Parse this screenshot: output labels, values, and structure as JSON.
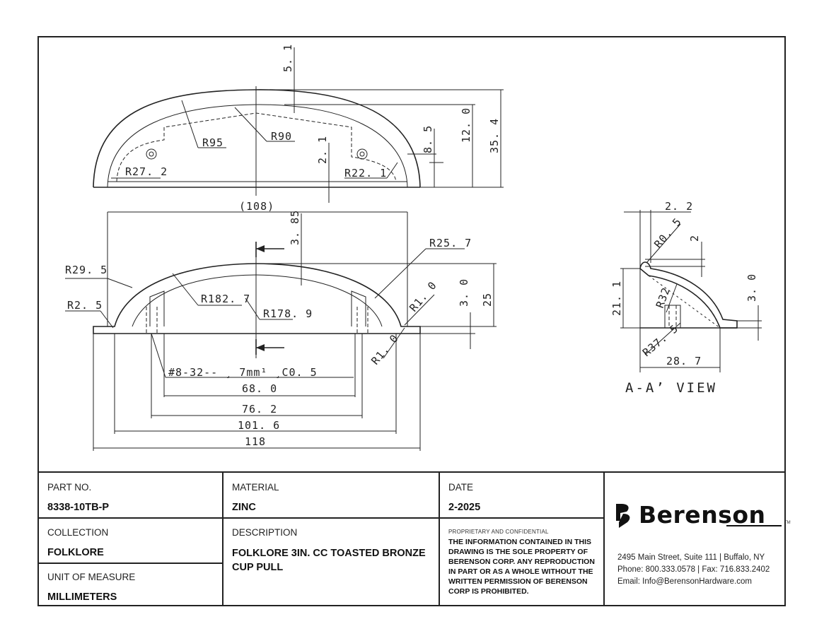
{
  "drawing": {
    "labels": {
      "d_5_1": "5. 1",
      "d_12_0": "12. 0",
      "d_35_4": "35. 4",
      "d_8_5": "8. 5",
      "d_2_1": "2. 1",
      "r95": "R95",
      "r90": "R90",
      "r27_2": "R27. 2",
      "r22_1": "R22. 1",
      "d_108": "(108)",
      "d_3_85": "3. 85",
      "r25_7": "R25. 7",
      "r29_5": "R29. 5",
      "r182_7": "R182. 7",
      "r178_9": "R178. 9",
      "r2_5": "R2. 5",
      "r1_0_top": "R1. 0",
      "r1_0_bot": "R1. 0",
      "d_3_0": "3. 0",
      "d_25": "25",
      "thread": "#8-32-- ¸ 7mm¹ ¸C0. 5",
      "d_68_0": "68. 0",
      "d_76_2": "76. 2",
      "d_101_6": "101. 6",
      "d_118": "118",
      "sec_2_2": "2. 2",
      "sec_r0_5": "R0. 5",
      "sec_2": "2",
      "sec_21_1": "21. 1",
      "sec_r32": "R32",
      "sec_3_0": "3. 0",
      "sec_r37_5": "R37. 5",
      "sec_28_7": "28. 7",
      "view_title": "A-A’ VIEW"
    }
  },
  "title_block": {
    "part_no_label": "PART NO.",
    "part_no_value": "8338-10TB-P",
    "collection_label": "COLLECTION",
    "collection_value": "FOLKLORE",
    "unit_label": "UNIT OF MEASURE",
    "unit_value": "MILLIMETERS",
    "material_label": "MATERIAL",
    "material_value": "ZINC",
    "description_label": "DESCRIPTION",
    "description_value": "FOLKLORE 3IN. CC TOASTED BRONZE CUP PULL",
    "date_label": "DATE",
    "date_value": "2-2025",
    "proprietary_label": "PROPRIETARY AND CONFIDENTIAL",
    "legal_text": "THE INFORMATION CONTAINED IN THIS DRAWING IS THE SOLE PROPERTY OF BERENSON CORP. ANY REPRODUCTION IN PART OR AS A WHOLE WITHOUT THE WRITTEN PERMISSION OF BERENSON CORP IS PROHIBITED.",
    "brand_name": "Berenson",
    "trademark": "TM",
    "address": "2495 Main Street, Suite 111 | Buffalo, NY",
    "phone": "Phone: 800.333.0578 | Fax: 716.833.2402",
    "email": "Email: Info@BerensonHardware.com"
  },
  "colors": {
    "ink": "#222222",
    "paper": "#ffffff"
  }
}
